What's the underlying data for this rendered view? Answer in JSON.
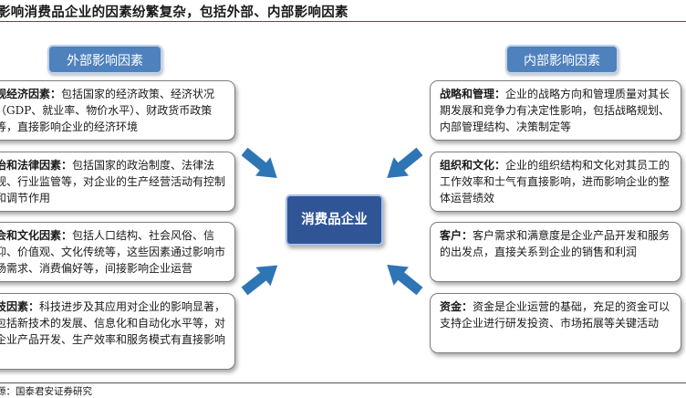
{
  "title": "影响消费品企业的因素纷繁复杂，包括外部、内部影响因素",
  "source": "源：国泰君安证券研究",
  "external_label": "外部影响因素",
  "internal_label": "内部影响因素",
  "center_label": "消费品企业",
  "external_factors": [
    {
      "heading": "观经济因素：",
      "text": "包括国家的经济政策、经济状况（GDP、就业率、物价水平）、财政货币政策等，直接影响企业的经济环境"
    },
    {
      "heading": "治和法律因素：",
      "text": "包括国家的政治制度、法律法规、行业监管等，对企业的生产经营活动有控制和调节作用"
    },
    {
      "heading": "会和文化因素：",
      "text": "包括人口结构、社会风俗、信仰、价值观、文化传统等，这些因素通过影响市场需求、消费偏好等，间接影响企业运营"
    },
    {
      "heading": "技因素：",
      "text": "科技进步及其应用对企业的影响显著，包括新技术的发展、信息化和自动化水平等，对企业产品开发、生产效率和服务模式有直接影响"
    }
  ],
  "internal_factors": [
    {
      "heading": "战略和管理：",
      "text": "企业的战略方向和管理质量对其长期发展和竞争力有决定性影响，包括战略规划、内部管理结构、决策制定等"
    },
    {
      "heading": "组织和文化：",
      "text": "企业的组织结构和文化对其员工的工作效率和士气有直接影响，进而影响企业的整体运营绩效"
    },
    {
      "heading": "客户：",
      "text": "客户需求和满意度是企业产品开发和服务的出发点，直接关系到企业的销售和利润"
    },
    {
      "heading": "资金：",
      "text": "资金是企业运营的基础，充足的资金可以支持企业进行研发投资、市场拓展等关键活动"
    }
  ],
  "colors": {
    "tag": "#4f81bd",
    "center": "#2f5597",
    "arrow": "#2e75b6"
  }
}
